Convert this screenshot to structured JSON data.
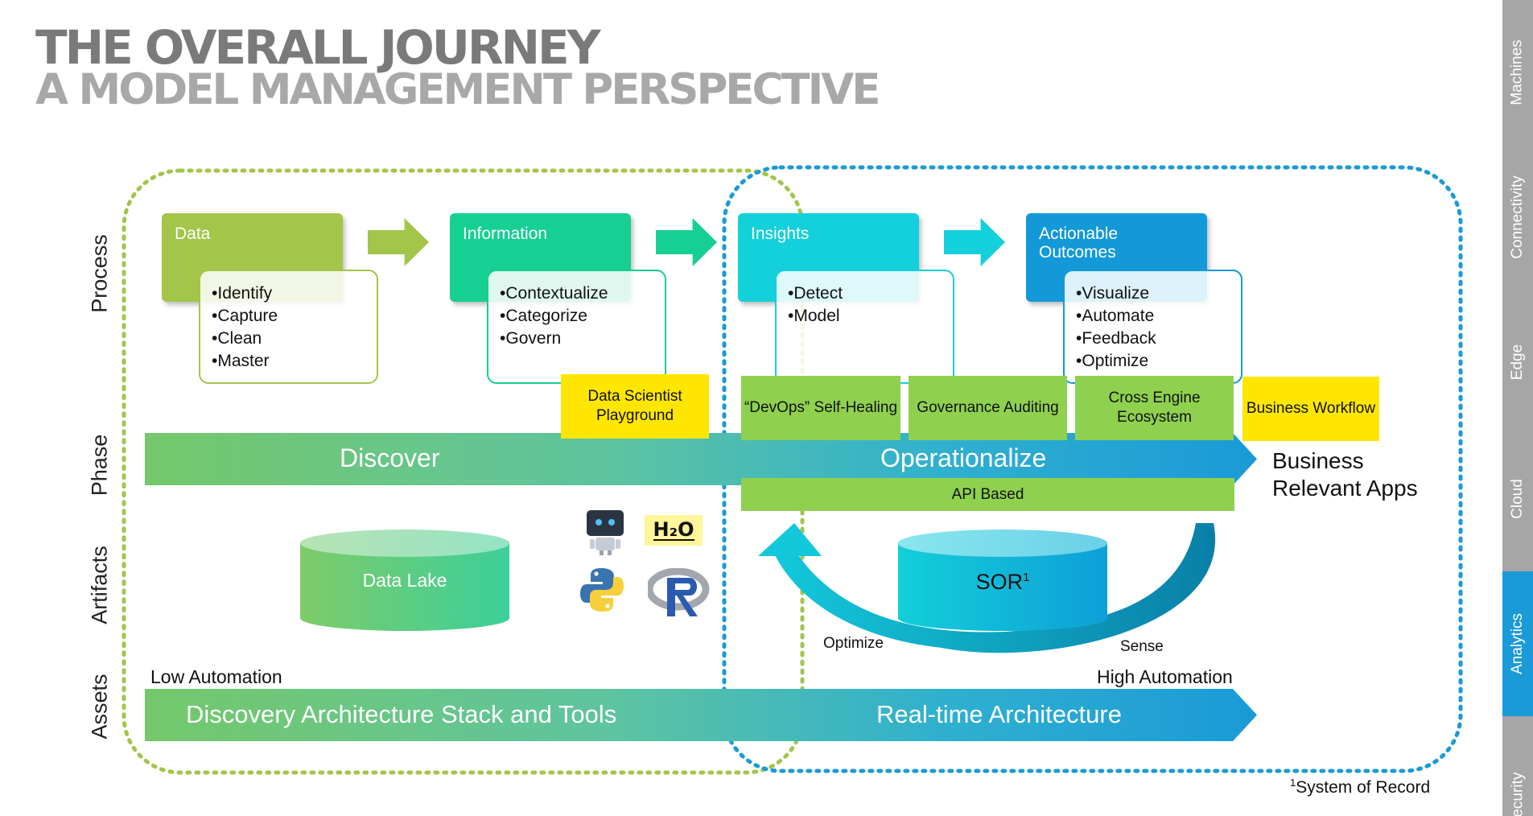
{
  "title": {
    "line1": "THE OVERALL JOURNEY",
    "line2": "A MODEL MANAGEMENT PERSPECTIVE"
  },
  "sidenav": {
    "items": [
      {
        "label": "Machines",
        "active": false
      },
      {
        "label": "Connectivity",
        "active": false
      },
      {
        "label": "Edge",
        "active": false
      },
      {
        "label": "Cloud",
        "active": false
      },
      {
        "label": "Analytics",
        "active": true
      },
      {
        "label": "Security",
        "active": false
      }
    ],
    "active_color": "#1a9ad6",
    "background_color": "#a6a6a6"
  },
  "row_labels": {
    "process": "Process",
    "phase": "Phase",
    "artifacts": "Artifacts",
    "assets": "Assets"
  },
  "stages": [
    {
      "title": "Data",
      "color": "#a2c54a",
      "bullets": [
        "Identify",
        "Capture",
        "Clean",
        "Master"
      ]
    },
    {
      "title": "Information",
      "color": "#15cf93",
      "bullets": [
        "Contextualize",
        "Categorize",
        "Govern"
      ]
    },
    {
      "title": "Insights",
      "color": "#13d0da",
      "bullets": [
        "Detect",
        "Model"
      ]
    },
    {
      "title": "Actionable Outcomes",
      "color": "#1399d8",
      "bullets": [
        "Visualize",
        "Automate",
        "Feedback",
        "Optimize"
      ]
    }
  ],
  "tags": {
    "data_scientist": "Data Scientist Playground",
    "devops": "“DevOps” Self-Healing",
    "governance": "Governance Auditing",
    "cross_engine": "Cross Engine Ecosystem",
    "business_workflow": "Business Workflow",
    "api_based": "API Based"
  },
  "phase_band": {
    "discover": "Discover",
    "operationalize": "Operationalize",
    "end_label": "Business Relevant Apps"
  },
  "artifacts": {
    "data_lake": "Data Lake",
    "sor": "SOR",
    "sor_superscript": "1",
    "tool_icons": [
      "robot-icon",
      "h2o-logo",
      "python-logo",
      "r-logo"
    ],
    "h2o_text": "H₂O",
    "cycle_left": "Optimize",
    "cycle_right": "Sense"
  },
  "assets_band": {
    "low_label": "Low Automation",
    "high_label": "High Automation",
    "discovery": "Discovery Architecture Stack and Tools",
    "realtime": "Real-time Architecture"
  },
  "footnote": {
    "marker": "1",
    "text": "System of Record"
  },
  "colors": {
    "discover_border": "#a2c54a",
    "operationalize_border": "#1a9ad6",
    "tag_yellow": "#ffe600",
    "tag_green": "#8fd14f"
  }
}
